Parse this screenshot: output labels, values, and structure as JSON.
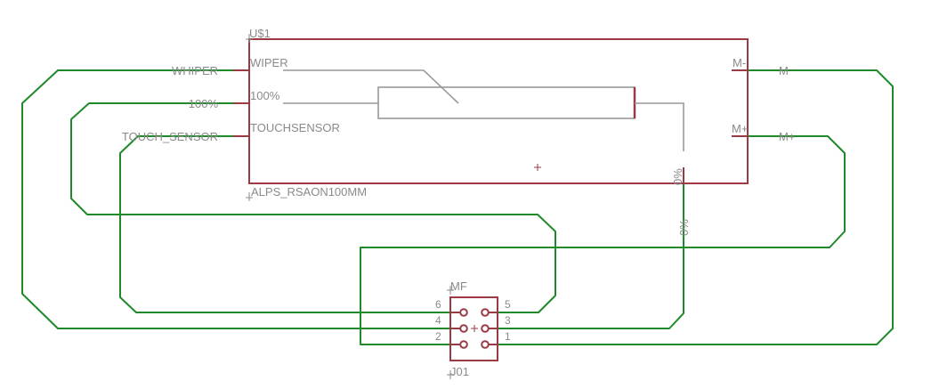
{
  "part_u1": {
    "name": "U$1",
    "value": "ALPS_RSAON100MM",
    "pin_wiper": "WIPER",
    "pin_100": "100%",
    "pin_touch": "TOUCHSENSOR",
    "pin_m_minus": "M-",
    "pin_m_plus": "M+",
    "pin_0": "0%"
  },
  "part_j01": {
    "name": "J01",
    "value": "MF",
    "pins": [
      "1",
      "2",
      "3",
      "4",
      "5",
      "6"
    ]
  },
  "nets": {
    "whiper": "WHIPER",
    "p100": "100%",
    "touch": "TOUCH_SENSOR",
    "m": "M",
    "mplus": "M+",
    "p0": "0%"
  },
  "colors": {
    "wire": "#1f8a2a",
    "part": "#9b3a44",
    "symbol": "#999999"
  }
}
